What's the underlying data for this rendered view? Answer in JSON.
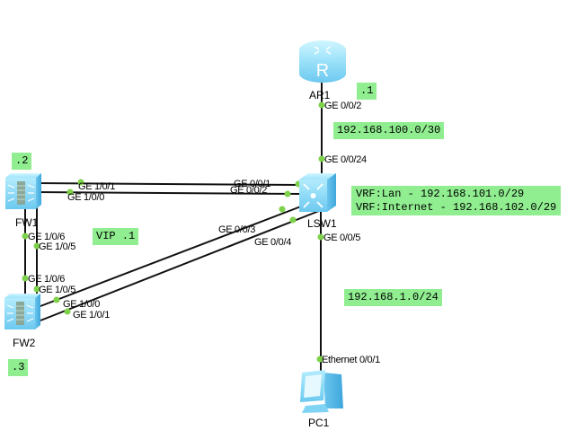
{
  "colors": {
    "link": "#111111",
    "port_dot": "#7ed14a",
    "note_bg": "#90ee90",
    "device_light": "#b8ecfb",
    "device_mid": "#7fd3f3",
    "device_dark": "#4fb3e0"
  },
  "devices": {
    "ar1": {
      "name": "AR1",
      "type": "router-icon"
    },
    "lsw1": {
      "name": "LSW1",
      "type": "switch-icon"
    },
    "fw1": {
      "name": "FW1",
      "type": "firewall-icon"
    },
    "fw2": {
      "name": "FW2",
      "type": "firewall-icon"
    },
    "pc1": {
      "name": "PC1",
      "type": "pc-icon"
    }
  },
  "ports": {
    "ar1_ge002": "GE 0/0/2",
    "lsw1_ge0024": "GE 0/0/24",
    "lsw1_ge001": "GE 0/0/1",
    "lsw1_ge002": "GE 0/0/2",
    "lsw1_ge003": "GE 0/0/3",
    "lsw1_ge004": "GE 0/0/4",
    "lsw1_ge005": "GE 0/0/5",
    "fw1_ge101": "GE 1/0/1",
    "fw1_ge100": "GE 1/0/0",
    "fw1_ge106": "GE 1/0/6",
    "fw1_ge105": "GE 1/0/5",
    "fw2_ge106": "GE 1/0/6",
    "fw2_ge105": "GE 1/0/5",
    "fw2_ge100": "GE 1/0/0",
    "fw2_ge101": "GE 1/0/1",
    "pc1_eth001": "Ethernet 0/0/1"
  },
  "notes": {
    "ar1_ip": ".1",
    "fw1_ip": ".2",
    "fw2_ip": ".3",
    "vip": "VIP .1",
    "wan_subnet": "192.168.100.0/30",
    "vrf_lan": "VRF:Lan - 192.168.101.0/29",
    "vrf_internet": "VRF:Internet - 192.168.102.0/29",
    "lan_subnet": "192.168.1.0/24"
  }
}
